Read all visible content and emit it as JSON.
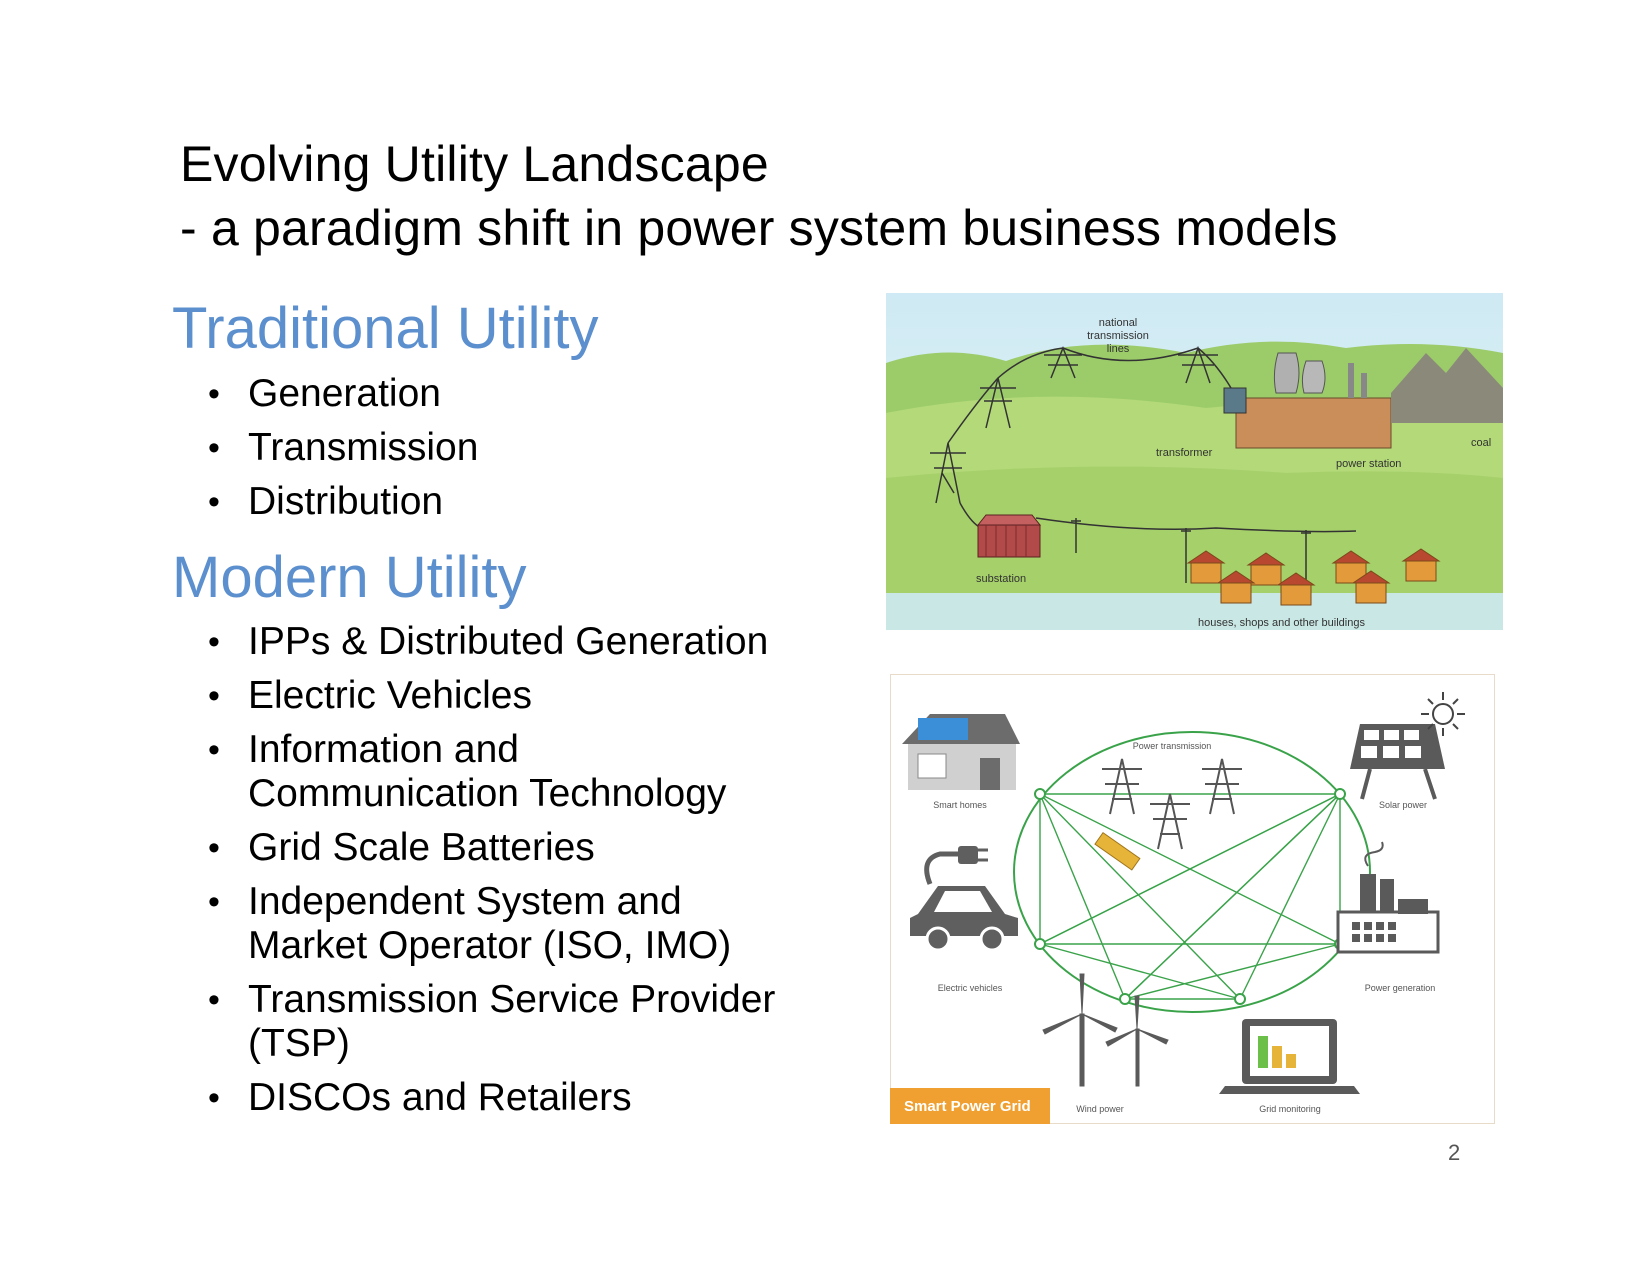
{
  "title": {
    "line1": "Evolving Utility Landscape",
    "line2": "- a paradigm shift in power system business models"
  },
  "traditional": {
    "heading": "Traditional Utility",
    "items": [
      "Generation",
      "Transmission",
      "Distribution"
    ]
  },
  "modern": {
    "heading": "Modern Utility",
    "items": [
      {
        "l1": "IPPs & Distributed Generation"
      },
      {
        "l1": "Electric Vehicles"
      },
      {
        "l1": "Information and",
        "l2": "Communication Technology"
      },
      {
        "l1": "Grid Scale Batteries"
      },
      {
        "l1": "Independent System and",
        "l2": "Market Operator (ISO, IMO)"
      },
      {
        "l1": "Transmission Service Provider",
        "l2": "(TSP)"
      },
      {
        "l1": "DISCOs and Retailers"
      }
    ]
  },
  "figure1": {
    "labels": {
      "national_lines": [
        "national",
        "transmission",
        "lines"
      ],
      "transformer": "transformer",
      "power_station": "power station",
      "coal": "coal",
      "substation": "substation",
      "houses": "houses, shops and other buildings"
    }
  },
  "figure2": {
    "badge": "Smart Power Grid",
    "labels": {
      "power_transmission": "Power transmission",
      "smart_homes": "Smart homes",
      "solar_power": "Solar power",
      "electric_vehicles": "Electric vehicles",
      "power_generation": "Power generation",
      "wind_power": "Wind power",
      "grid_monitoring": "Grid monitoring"
    }
  },
  "page_number": "2",
  "colors": {
    "heading_blue": "#5b8fce",
    "grid_green": "#3aa34a",
    "badge_orange": "#f0a030",
    "sky": "#c7e6f0",
    "field": "#a6d06a"
  }
}
